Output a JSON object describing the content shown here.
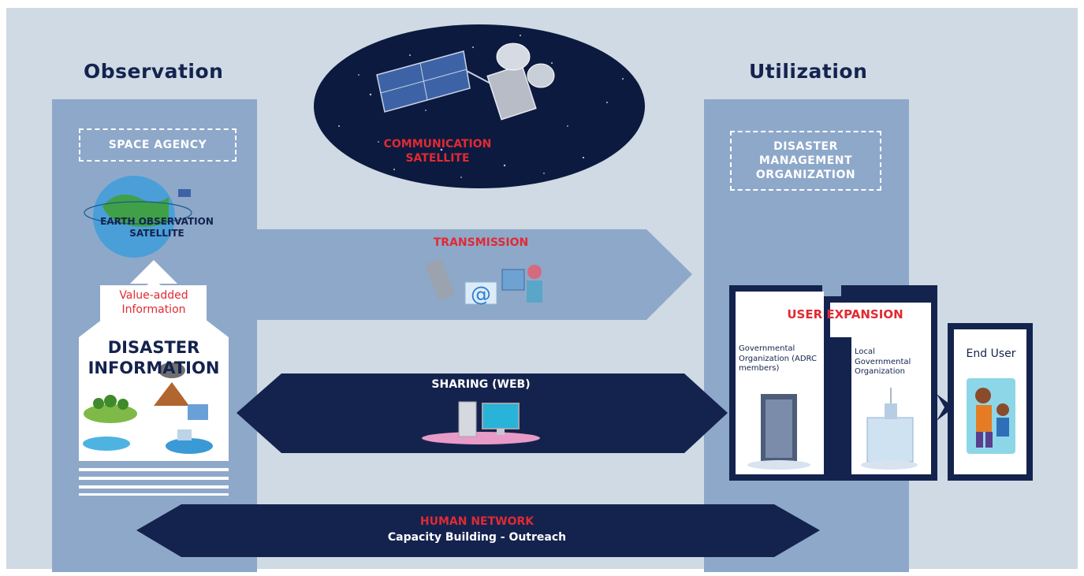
{
  "observation": {
    "heading": "Observation",
    "agency_label": "SPACE AGENCY",
    "eo_satellite_label": "EARTH OBSERVATION SATELLITE",
    "value_added_label": "Value-added Information",
    "disaster_info_label": "DISASTER INFORMATION"
  },
  "utilization": {
    "heading": "Utilization",
    "organization_label": "DISASTER MANAGEMENT ORGANIZATION"
  },
  "communication_satellite_label": "COMMUNICATION SATELLITE",
  "flows": {
    "transmission_label": "TRANSMISSION",
    "sharing_label": "SHARING (WEB)",
    "human_network_label": "HUMAN NETWORK",
    "capacity_label": "Capacity Building - Outreach"
  },
  "user_expansion": {
    "title": "USER EXPANSION",
    "governmental_label": "Governmental Organization (ADRC members)",
    "local_label": "Local Governmental Organization",
    "end_user_label": "End User"
  },
  "colors": {
    "navy": "#14234e",
    "red": "#e02a33",
    "column_blue": "#8ea8ca",
    "background": "#cfdae4"
  }
}
